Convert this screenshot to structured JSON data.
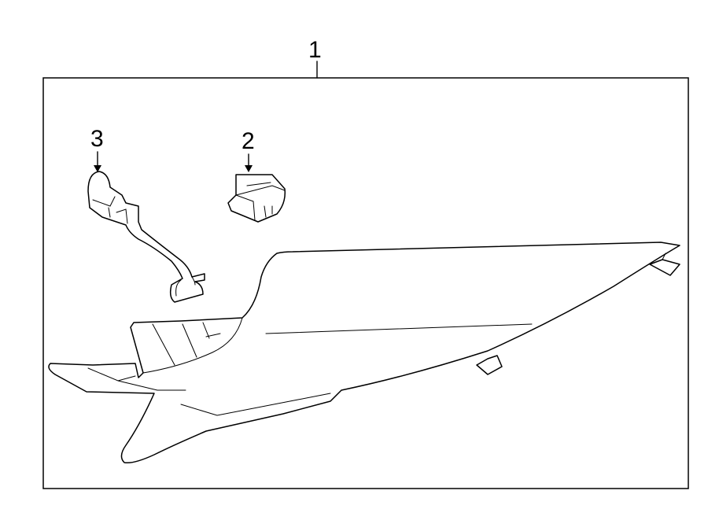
{
  "diagram": {
    "callouts": {
      "assembly": "1",
      "clip": "2",
      "bracket": "3"
    }
  }
}
